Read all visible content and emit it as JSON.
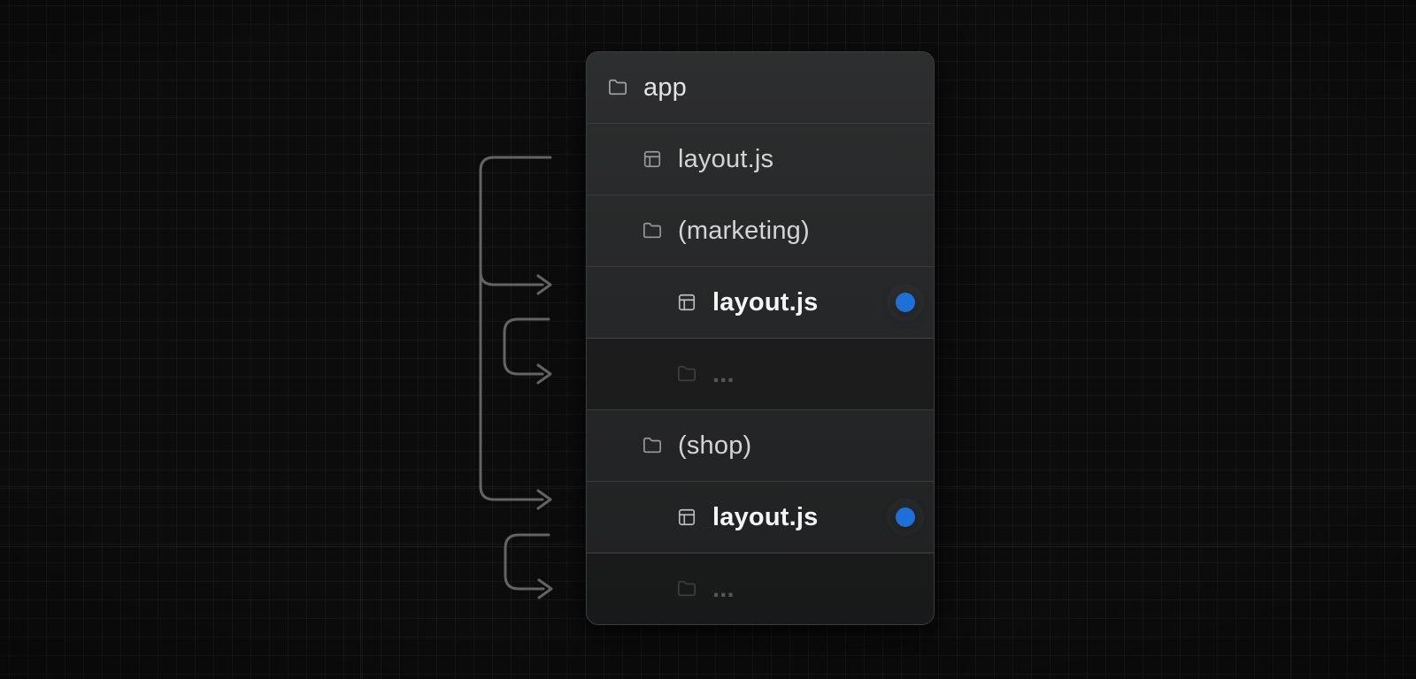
{
  "colors": {
    "accent_blue": "#1f6fd8",
    "arrow": "#646464",
    "panel_border": "#3c3c3e"
  },
  "tree": {
    "rows": [
      {
        "label": "app",
        "icon": "folder-icon",
        "level": 0,
        "variant": "root",
        "badge": false
      },
      {
        "label": "layout.js",
        "icon": "layout-icon",
        "level": 1,
        "variant": "normal",
        "badge": false
      },
      {
        "label": "(marketing)",
        "icon": "folder-icon",
        "level": 1,
        "variant": "normal",
        "badge": false
      },
      {
        "label": "layout.js",
        "icon": "layout-icon",
        "level": 2,
        "variant": "highlight",
        "badge": true
      },
      {
        "label": "...",
        "icon": "folder-icon",
        "level": 2,
        "variant": "dim",
        "badge": false
      },
      {
        "label": "(shop)",
        "icon": "folder-icon",
        "level": 1,
        "variant": "normal",
        "badge": false
      },
      {
        "label": "layout.js",
        "icon": "layout-icon",
        "level": 2,
        "variant": "highlight",
        "badge": true
      },
      {
        "label": "...",
        "icon": "folder-icon",
        "level": 2,
        "variant": "dim",
        "badge": false
      }
    ]
  },
  "arrows": [
    {
      "from": "app layout.js",
      "to": "(marketing) layout.js"
    },
    {
      "from": "app layout.js",
      "to": "(shop) layout.js"
    },
    {
      "from": "(marketing) layout.js",
      "to": "(marketing) ..."
    },
    {
      "from": "(shop) layout.js",
      "to": "(shop) ..."
    }
  ]
}
